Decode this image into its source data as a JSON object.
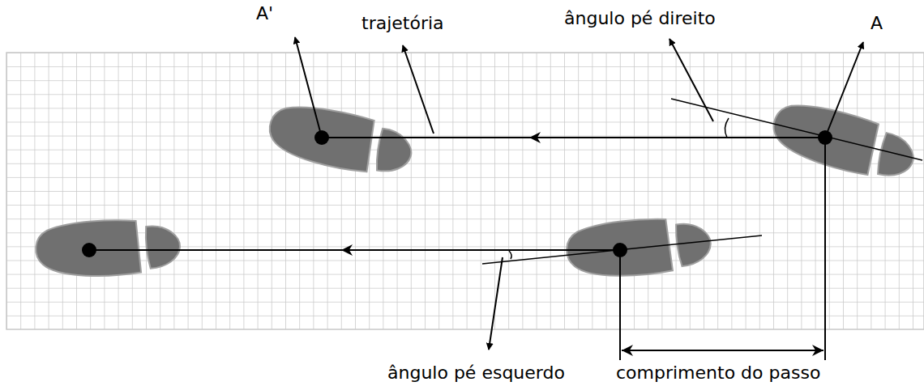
{
  "diagram": {
    "labels": [
      "A'",
      "trajetória",
      "ângulo pé direito",
      "A",
      "ângulo pé esquerdo",
      "comprimento do passo"
    ]
  }
}
